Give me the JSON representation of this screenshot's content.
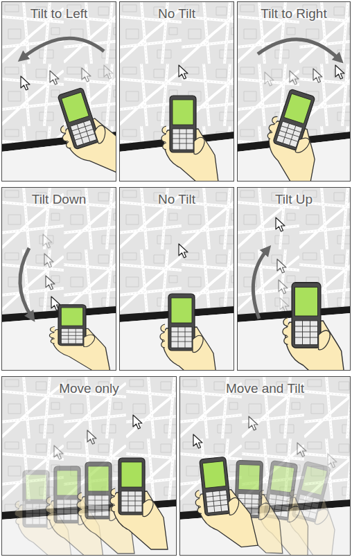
{
  "diagram": {
    "nodes": [
      {
        "text": [
          "Tilt to Left"
        ]
      },
      {
        "text": [
          "No Tilt"
        ]
      },
      {
        "text": [
          "Tilt to Right"
        ]
      },
      {
        "text": [
          "Tilt Down"
        ]
      },
      {
        "text": [
          "No Tilt"
        ]
      },
      {
        "text": [
          "Tilt Up"
        ]
      },
      {
        "text": [
          "Move only"
        ]
      },
      {
        "text": [
          "Move and Tilt"
        ]
      }
    ]
  }
}
